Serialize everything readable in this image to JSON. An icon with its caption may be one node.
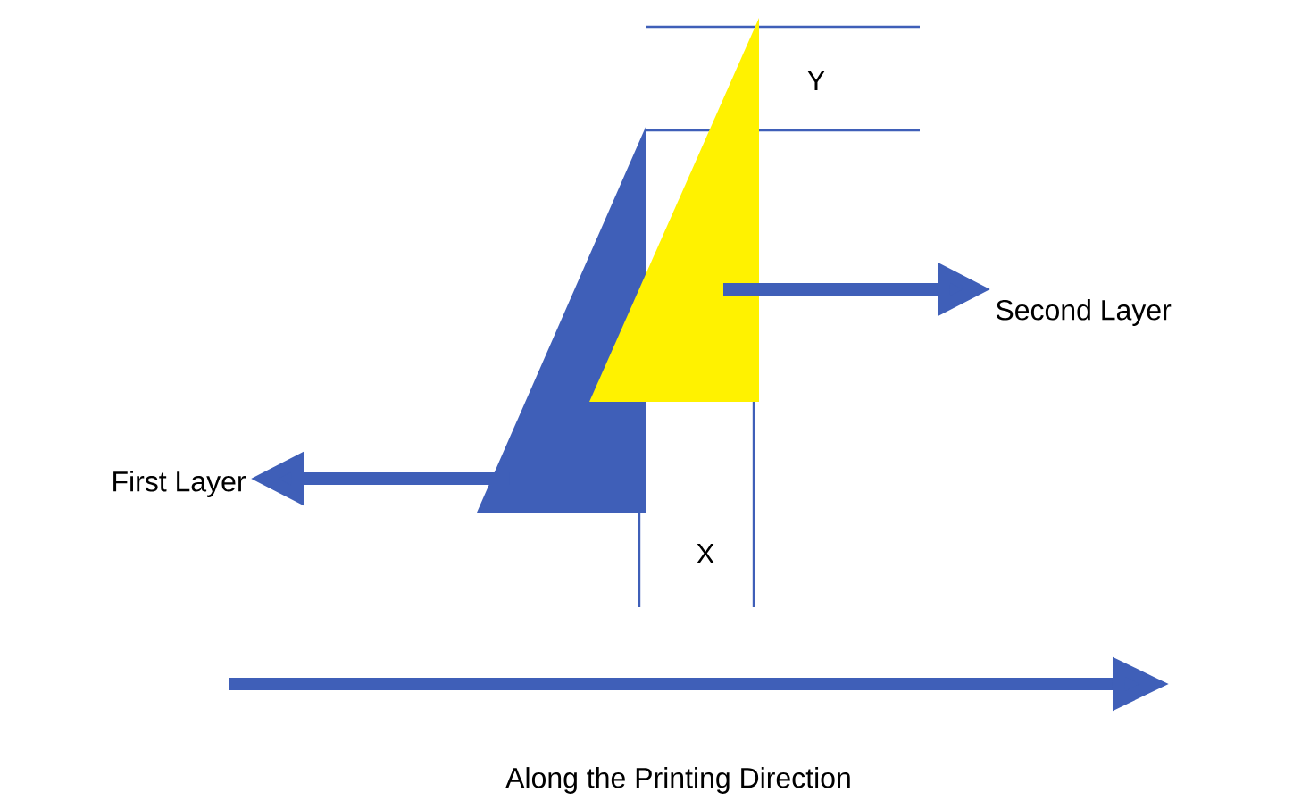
{
  "diagram": {
    "nodes": [
      {
        "text": [],
        "shape": "triangle"
      },
      {
        "text": [],
        "shape": "triangle"
      },
      {
        "text": [
          "First Layer"
        ]
      },
      {
        "text": [
          "Second Layer"
        ]
      }
    ],
    "edges": [
      {
        "from": 0,
        "to": 2,
        "arrow": "to"
      },
      {
        "from": 1,
        "to": 3,
        "arrow": "to"
      }
    ],
    "labels": [
      "Y",
      "X",
      "Along the Printing Direction"
    ]
  }
}
